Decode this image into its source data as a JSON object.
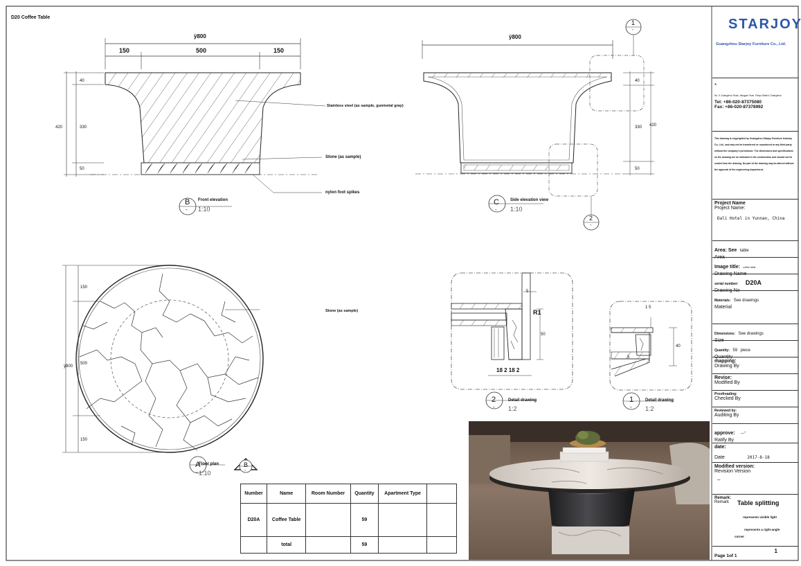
{
  "sheet_title": "D20 Coffee Table",
  "company": {
    "logo_text": "STARJOY",
    "name": "Guangzhou Starjoy Furniture Co., Ltd.",
    "mark": "*",
    "address": "No. 9, Guangzhou Road, Jiangyan Town, Panyu District, Guangzhou",
    "tel": "Tel: +86-020-87375080",
    "fax": "Fax: +86-020-87378992",
    "copyright": "This drawing is copyrighted by Guangzhou Starjoy Furniture Industry Co., Ltd., and may not be transferred or reproduced to any third party without the company's permission. The dimensions and specifications on the drawing are as indicated in the construction and should not be scaled from the drawing. No part of the drawing may be altered without the approval of the engineering department."
  },
  "title_block": {
    "project_label": "Project Name",
    "project_sub": "Project Name:",
    "project_value": "Dali Hotel in Yunnan, China",
    "area_label": "Area: See",
    "area_value": "table",
    "area_sub": "Area",
    "image_title_label": "Image title:",
    "image_title_value": "coffee table",
    "drawing_name_sub": "Drawing Name",
    "serial_label": "serial number:",
    "serial_value": "D20A",
    "drawing_no_sub": "Drawing No",
    "materials_label": "Materials:",
    "materials_value": "See drawings",
    "material_sub": "Material",
    "dimensions_label": "Dimensions:",
    "dimensions_value": "See drawings",
    "size_sub": "Size",
    "quantity_label": "Quantity:",
    "quantity_value": "59",
    "quantity_unit": "piece",
    "quantity_sub": "Quantity",
    "mapping_label": "mapping:",
    "drawing_by_sub": "Drawing By",
    "revise_label": "Revise:",
    "modified_by_sub": "Modified By",
    "proof_label": "Proofreading:",
    "checked_by_sub": "Checked By",
    "reviewed_label": "Reviewed by:",
    "auditing_by_sub": "Auditing By",
    "approve_label": "approve:",
    "approve_value": "—\"",
    "ratify_by_sub": "Ratify By",
    "date_label": "date:",
    "date_sub": "Date",
    "date_value": "2017-8-18",
    "mod_version_label": "Modified version:",
    "revision_version_sub": "Revision Version",
    "revision_value": "–",
    "remark_label": "Remark:",
    "remark_sub": "Remark",
    "table_splitting": "Table splitting",
    "legend_visible": "represents visible light",
    "legend_right_angle": "represents a right-angle",
    "legend_corner": "corner",
    "page_label": "Page 1of 1",
    "page_number": "1"
  },
  "front_elevation": {
    "overall": "ÿ800",
    "seg_left": "150",
    "seg_mid": "500",
    "seg_right": "150",
    "h_total": "420",
    "h_top": "40",
    "h_mid": "330",
    "h_base": "50",
    "note_steel": "Stainless steel (as sample, gunmetal gray)",
    "note_stone": "Stone (as sample)",
    "note_feet": "nylon foot spikes",
    "tag": "B",
    "tag_sub": "-",
    "title": "Front elevation",
    "scale": "1:10"
  },
  "side_elevation": {
    "overall": "ÿ800",
    "h_total": "420",
    "h_top": "40",
    "h_mid": "330",
    "h_base": "50",
    "tag": "C",
    "tag_sub": "-",
    "title": "Side elevation view",
    "scale": "1:10",
    "callout_1": "1",
    "callout_2": "2",
    "callout_sub": "-"
  },
  "floor_plan": {
    "diameter": "ÿ800",
    "d_top": "150",
    "d_mid": "500",
    "d_bot": "150",
    "note_stone": "Stone (as sample)",
    "tag": "A",
    "tag_sub": "-",
    "title": "Floor plan",
    "scale": "1:10",
    "tag_b": "B",
    "tag_b_sub": "-"
  },
  "detail_2": {
    "dim_5": "5",
    "radius": "R1",
    "dim_50": "50",
    "dims_bottom": "18 2 18 2",
    "tag": "2",
    "tag_sub": "-",
    "title": "Detail drawing",
    "scale": "1:2"
  },
  "detail_1": {
    "dim_15": "1 5",
    "dim_40": "40",
    "dim_5": "5",
    "tag": "1",
    "tag_sub": "-",
    "title": "Detail drawing",
    "scale": "1:2"
  },
  "schedule": {
    "headers": [
      "Number",
      "Name",
      "Room Number",
      "Quantity",
      "Apartment Type",
      ""
    ],
    "row": [
      "D20A",
      "Coffee Table",
      "",
      "59",
      "",
      ""
    ],
    "total": [
      "",
      "total",
      "",
      "59",
      "",
      ""
    ]
  }
}
